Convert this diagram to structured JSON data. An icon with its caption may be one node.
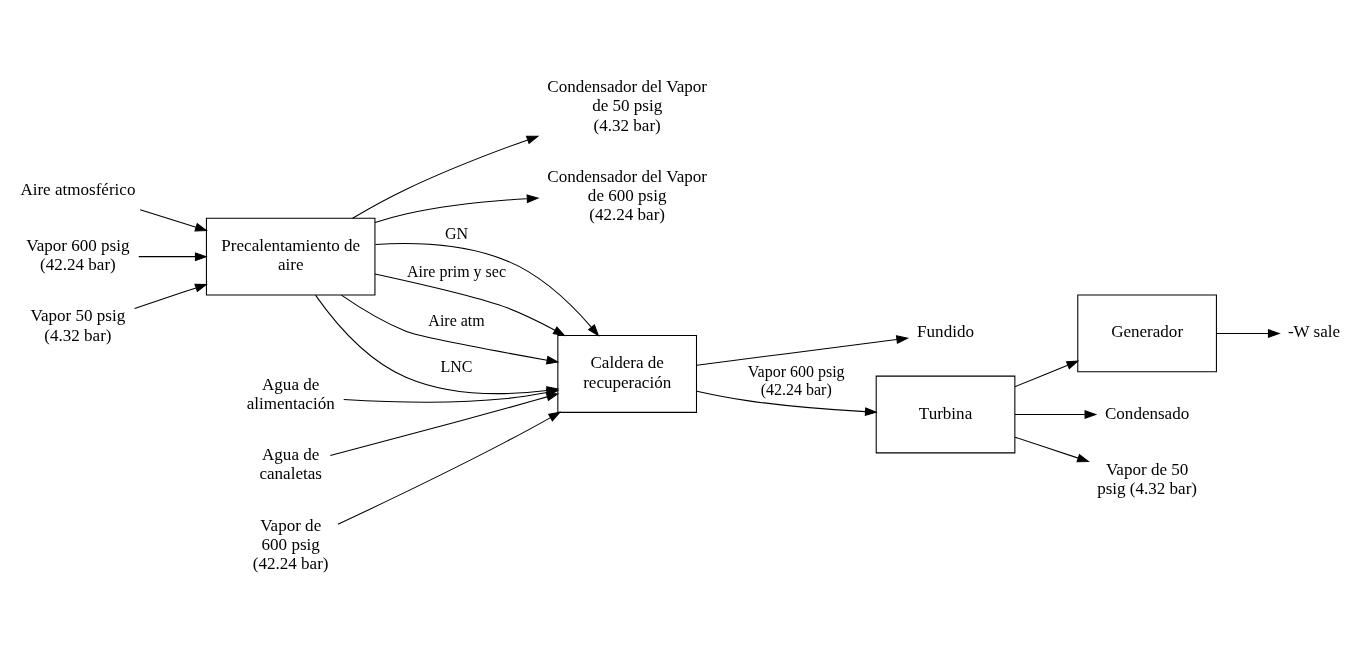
{
  "diagram": {
    "nodes": [
      {
        "text": [
          "Aire atmosférico"
        ]
      },
      {
        "text": [
          "Vapor 600 psig (42.24 bar)"
        ]
      },
      {
        "text": [
          "Vapor 50 psig (4.32 bar)"
        ]
      },
      {
        "text": [
          "Precalentamiento de aire"
        ]
      },
      {
        "text": [
          "Caldera de recuperación"
        ]
      },
      {
        "text": [
          "Fundido"
        ]
      },
      {
        "text": [
          "Condensador del Vapor de 50 psig (4.32 bar)"
        ]
      },
      {
        "text": [
          "Condensador del Vapor de 600 psig (42.24 bar)"
        ]
      },
      {
        "text": [
          "Agua de alimentación"
        ]
      },
      {
        "text": [
          "Agua de canaletas"
        ]
      },
      {
        "text": [
          "Vapor de 600 psig (42.24 bar)"
        ]
      },
      {
        "text": [
          "-W sale"
        ]
      },
      {
        "text": [
          "Generador"
        ]
      },
      {
        "text": [
          "Turbina"
        ]
      },
      {
        "text": [
          "Condensado"
        ]
      },
      {
        "text": [
          "Vapor de 50 psig (4.32 bar)"
        ]
      }
    ],
    "edges": [
      {
        "from": 0,
        "to": 3,
        "arrow": "to"
      },
      {
        "from": 1,
        "to": 3,
        "arrow": "to"
      },
      {
        "from": 2,
        "to": 3,
        "arrow": "to"
      },
      {
        "from": 3,
        "to": 4,
        "label": "Aire prim y sec",
        "arrow": "to"
      },
      {
        "from": 3,
        "to": 4,
        "label": "Aire atm",
        "arrow": "to"
      },
      {
        "from": 3,
        "to": 4,
        "label": "LNC",
        "arrow": "to"
      },
      {
        "from": 3,
        "to": 4,
        "label": "GN",
        "arrow": "to"
      },
      {
        "from": 4,
        "to": 5,
        "arrow": "to"
      },
      {
        "from": 4,
        "to": 13,
        "label": "Vapor 600 psig (42.24 bar)",
        "arrow": "to"
      },
      {
        "from": 3,
        "to": 6,
        "arrow": "to"
      },
      {
        "from": 3,
        "to": 7,
        "arrow": "to"
      },
      {
        "from": 8,
        "to": 4,
        "arrow": "to"
      },
      {
        "from": 9,
        "to": 4,
        "arrow": "to"
      },
      {
        "from": 10,
        "to": 4,
        "arrow": "to"
      },
      {
        "from": 13,
        "to": 12,
        "arrow": "to"
      },
      {
        "from": 12,
        "to": 11,
        "arrow": "to"
      },
      {
        "from": 13,
        "to": 14,
        "arrow": "to"
      },
      {
        "from": 13,
        "to": 15,
        "arrow": "to"
      }
    ]
  }
}
